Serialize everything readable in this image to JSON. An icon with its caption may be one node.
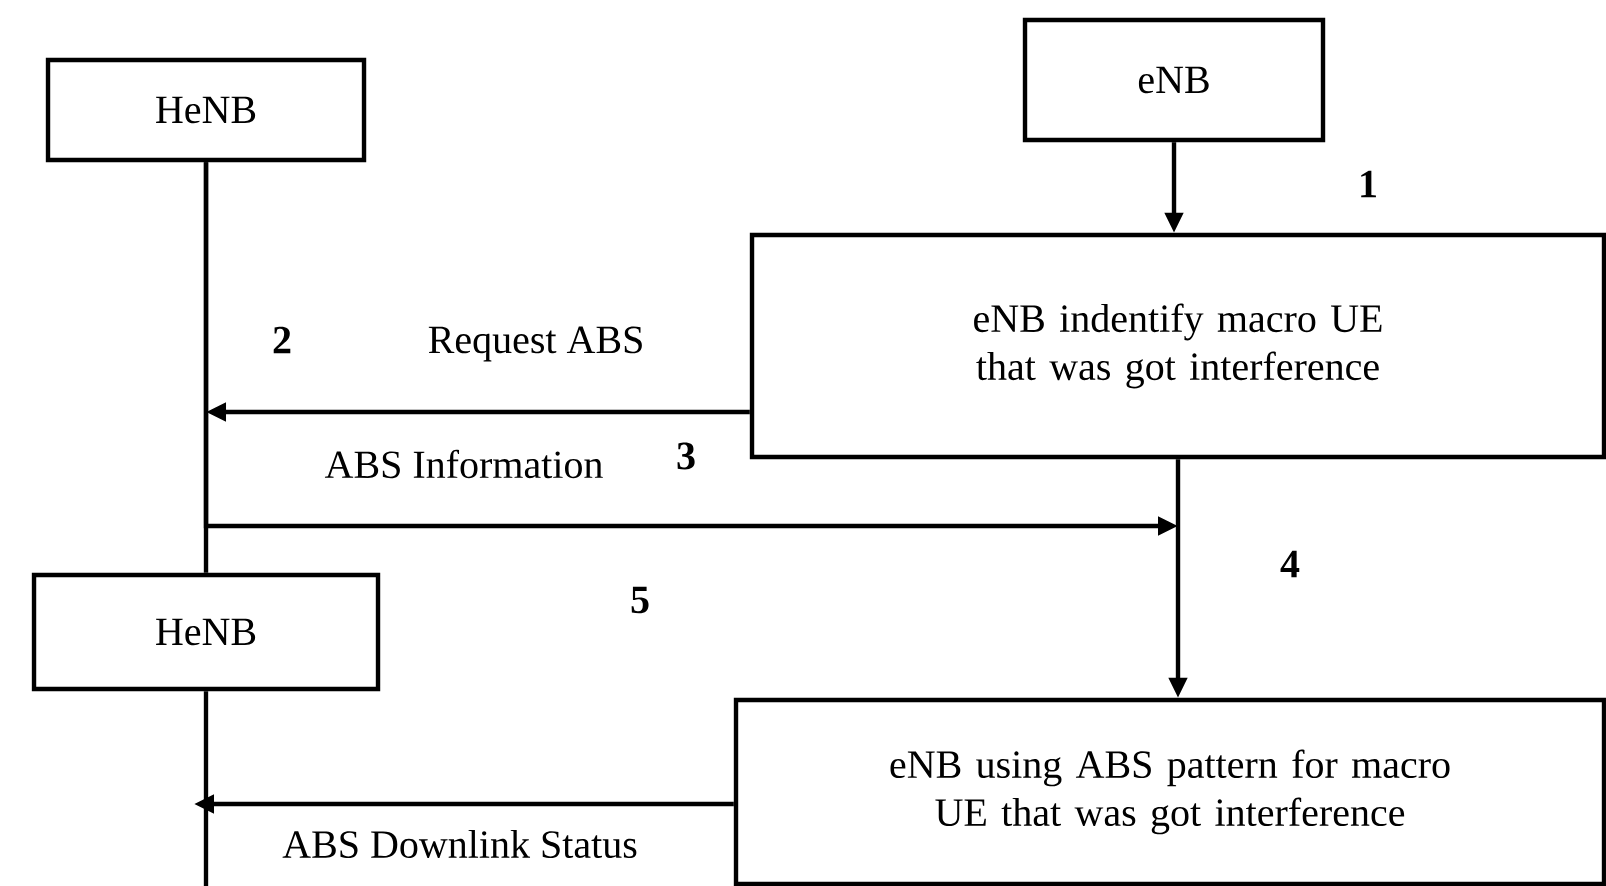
{
  "diagram": {
    "nodes": [
      {
        "text": [
          "HeNB"
        ]
      },
      {
        "text": [
          "eNB"
        ]
      },
      {
        "text": [
          "eNB indentify macro UE that was got interference"
        ]
      },
      {
        "text": [
          "HeNB"
        ]
      },
      {
        "text": [
          "eNB using ABS pattern for macro UE that was got interference"
        ]
      }
    ],
    "edges": [
      {
        "from": 0,
        "to": 3,
        "arrow": "none"
      },
      {
        "from": 3,
        "to": null,
        "arrow": "none"
      },
      {
        "from": 1,
        "to": 2,
        "arrow": "to"
      },
      {
        "from": 2,
        "to": null,
        "arrow": "to",
        "label": "Request ABS"
      },
      {
        "from": 0,
        "to": null,
        "arrow": "to",
        "label": "ABS Information"
      },
      {
        "from": 2,
        "to": 4,
        "arrow": "to"
      },
      {
        "from": 4,
        "to": null,
        "arrow": "to",
        "label": "ABS Downlink Status"
      }
    ],
    "labels": [
      "1",
      "2",
      "3",
      "4",
      "5"
    ]
  }
}
